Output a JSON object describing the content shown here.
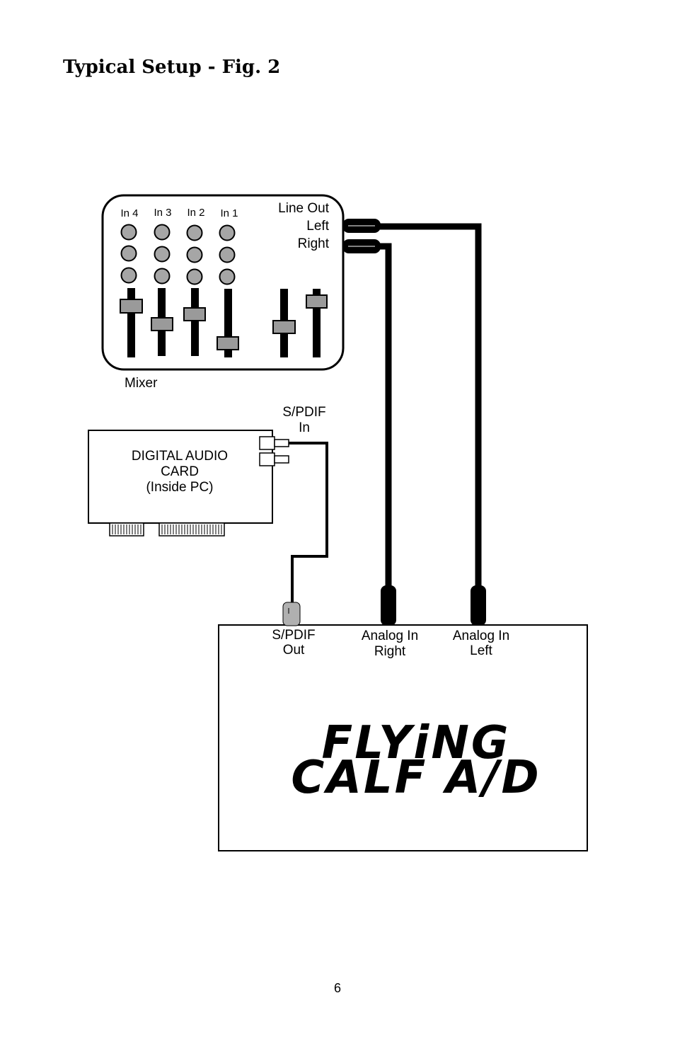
{
  "title": "Typical Setup - Fig. 2",
  "mixer": {
    "label": "Mixer",
    "channels": [
      "In 4",
      "In 3",
      "In 2",
      "In 1"
    ],
    "line_out": [
      "Line Out",
      "Left",
      "Right"
    ]
  },
  "audio_card": {
    "lines": [
      "DIGITAL AUDIO",
      "CARD",
      "(Inside PC)"
    ],
    "spdif_in": [
      "S/PDIF",
      "In"
    ]
  },
  "converter": {
    "logo_lines": [
      "FLYiNG",
      "CALF A/D"
    ],
    "ports": {
      "spdif_out": [
        "S/PDIF",
        "Out"
      ],
      "analog_right": [
        "Analog In",
        "Right"
      ],
      "analog_left": [
        "Analog In",
        "Left"
      ]
    }
  },
  "colors": {
    "line": "#000000",
    "knob": "#a6a6a6",
    "fader_cap": "#9a9a9a"
  },
  "page_number": "6"
}
